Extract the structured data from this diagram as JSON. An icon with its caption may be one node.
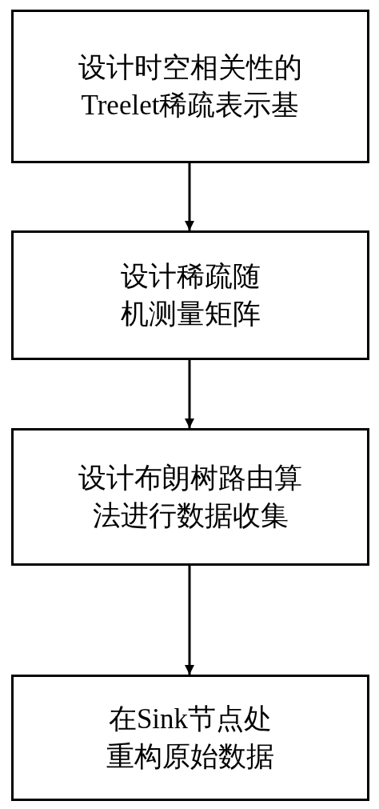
{
  "diagram": {
    "nodes": [
      {
        "text": [
          "设计时空相关性的Treelet稀疏表示基"
        ]
      },
      {
        "text": [
          "设计稀疏随机测量矩阵"
        ]
      },
      {
        "text": [
          "设计布朗树路由算法进行数据收集"
        ]
      },
      {
        "text": [
          "在Sink节点处重构原始数据"
        ]
      }
    ],
    "edges": [
      {
        "from": 0,
        "to": 1,
        "arrow": "to"
      },
      {
        "from": 1,
        "to": 2,
        "arrow": "to"
      },
      {
        "from": 2,
        "to": 3,
        "arrow": "to"
      }
    ]
  }
}
